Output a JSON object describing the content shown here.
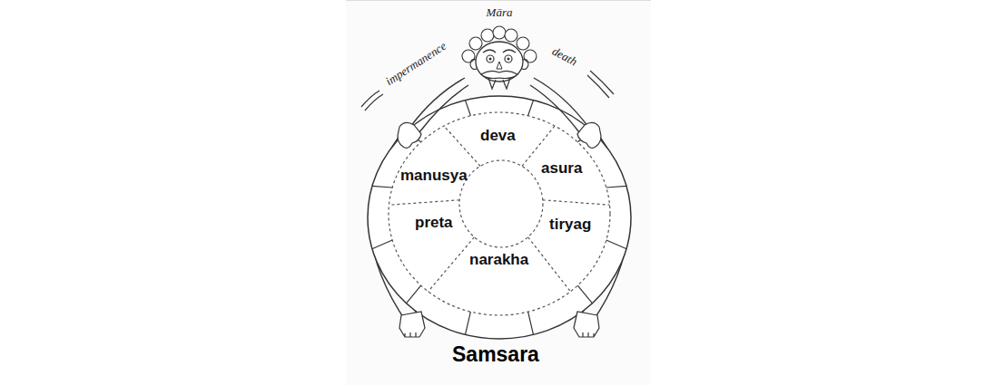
{
  "diagram": {
    "caption": "Samsara",
    "nodes": [
      {
        "text": [
          "deva"
        ]
      },
      {
        "text": [
          "asura"
        ]
      },
      {
        "text": [
          "manusya"
        ]
      },
      {
        "text": [
          "preta"
        ]
      },
      {
        "text": [
          "tiryag"
        ]
      },
      {
        "text": [
          "narakha"
        ]
      }
    ],
    "labels": [
      "Māra",
      "impermanence",
      "death"
    ]
  }
}
